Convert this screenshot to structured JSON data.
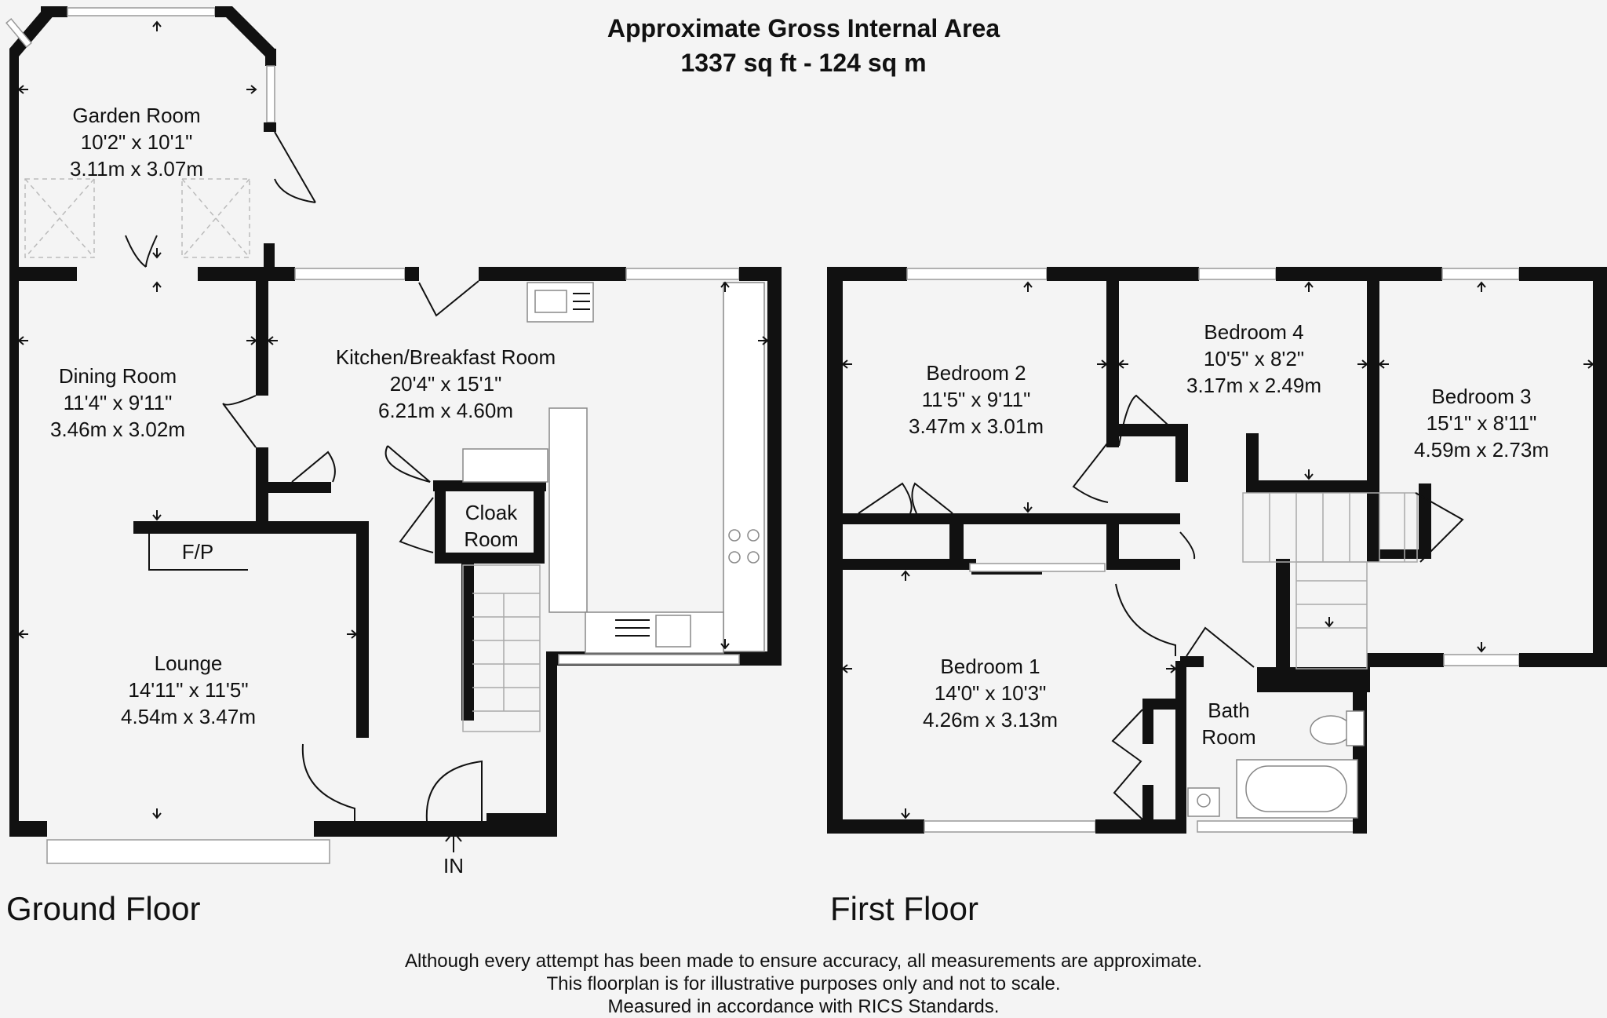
{
  "header": {
    "title": "Approximate Gross Internal Area",
    "area": "1337 sq ft - 124 sq m"
  },
  "rooms": {
    "garden_room": {
      "name": "Garden Room",
      "imperial": "10'2\" x 10'1\"",
      "metric": "3.11m x 3.07m"
    },
    "dining_room": {
      "name": "Dining Room",
      "imperial": "11'4\" x 9'11\"",
      "metric": "3.46m x 3.02m"
    },
    "kitchen": {
      "name": "Kitchen/Breakfast Room",
      "imperial": "20'4\" x 15'1\"",
      "metric": "6.21m x 4.60m"
    },
    "cloak_room": {
      "line1": "Cloak",
      "line2": "Room"
    },
    "lounge": {
      "name": "Lounge",
      "imperial": "14'11\" x 11'5\"",
      "metric": "4.54m x 3.47m"
    },
    "fp": {
      "name": "F/P"
    },
    "entrance": {
      "name": "IN"
    },
    "bedroom_2": {
      "name": "Bedroom 2",
      "imperial": "11'5\" x 9'11\"",
      "metric": "3.47m x 3.01m"
    },
    "bedroom_4": {
      "name": "Bedroom 4",
      "imperial": "10'5\" x 8'2\"",
      "metric": "3.17m x 2.49m"
    },
    "bedroom_3": {
      "name": "Bedroom 3",
      "imperial": "15'1\" x 8'11\"",
      "metric": "4.59m x 2.73m"
    },
    "bedroom_1": {
      "name": "Bedroom 1",
      "imperial": "14'0\" x 10'3\"",
      "metric": "4.26m x 3.13m"
    },
    "bath_room": {
      "line1": "Bath",
      "line2": "Room"
    }
  },
  "floors": {
    "ground": "Ground Floor",
    "first": "First Floor"
  },
  "disclaimer": {
    "line1": "Although every attempt has been made to ensure accuracy, all measurements are approximate.",
    "line2": "This floorplan is for illustrative purposes only and not to scale.",
    "line3": "Measured in accordance with RICS Standards."
  },
  "colors": {
    "background": "#f4f4f4",
    "wall": "#111111",
    "window": "#ffffff"
  }
}
